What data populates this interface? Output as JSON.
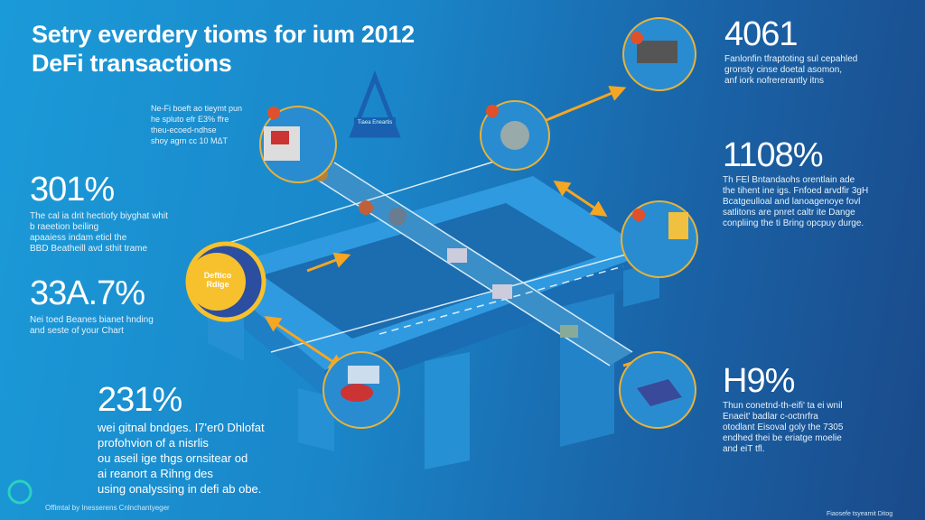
{
  "title": {
    "line1": "Setry everdery tioms for ium 2012",
    "line2": "DeFi transactions"
  },
  "callout_top": {
    "lines": [
      "Ne-Fi boeft ao tieymt pun",
      "he spluto efr E3% ffre",
      "theu-ecoed-ndhse",
      "shoy agrn cc 10 MΔT"
    ]
  },
  "stats": [
    {
      "value": "301%",
      "lines": [
        "The cal ia drit hectiofy biyghat whit",
        "b raeetion beiling",
        "apaaiess indam eticl the",
        "BBD Beatheill avd sthit trame"
      ]
    },
    {
      "value": "33A.7%",
      "lines": [
        "Nei toed Beanes bianet hnding",
        "and seste of your Chart"
      ]
    },
    {
      "value": "231%",
      "lines": [
        "wei gitnal bndges. I7'er0 Dhlofat",
        "profohvion of a nisrlis",
        "ou aseil ige thgs ornsitear od",
        "ai reanort a   Rihng des",
        "using onalyssing in defi ab obe."
      ]
    },
    {
      "value": "4061",
      "lines": [
        "Fanlonfin tfraptoting sul cepahled",
        "gronsty cinse doetal asomon,",
        "anf iork nofrererantly itns"
      ]
    },
    {
      "value": "1108%",
      "lines": [
        "Th FEl Bntandaohs orentlain ade",
        "the tihent ine igs. Fnfoed arvdfir 3gH",
        "Bcatgeulloal and lanoagenoye fovl",
        "satlitons are pnret caltr ite Dange",
        "conpliing the ti Bring opcpuy durge."
      ]
    },
    {
      "value": "H9%",
      "lines": [
        "Thun conetnd-th-eifi' ta ei wnil",
        "Enaeit' badlar c-octnrfra",
        "otodlant Eisoval goly the 7305",
        "endhed thei be eriatge moelie",
        "and eiT tfl."
      ]
    }
  ],
  "badges": {
    "coin": "Deftico Rdige",
    "tower": "Tiaea Eneartis"
  },
  "footer": {
    "left": "Offimtal by Inesserens Cnlnchantyeger",
    "right": "Fiaosefe tsyeamit Ditog"
  },
  "colors": {
    "accent": "#f5a623",
    "coin": "#f6c12c",
    "platform": "#2a8fd6"
  }
}
